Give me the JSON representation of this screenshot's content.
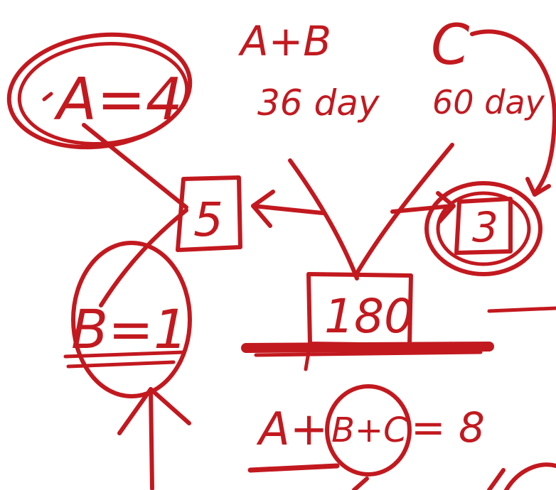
{
  "ink_color": "#c2191f",
  "labels": {
    "a_equals": "A=4",
    "b_equals": "B=1",
    "ab_title": "A+B",
    "ab_days": "36 day",
    "c_title": "C",
    "c_days": "60 day",
    "box_left": "5",
    "box_right": "3",
    "box_center": "180",
    "equation_left": "A+",
    "equation_circled": "B+C",
    "equation_right": "= 8"
  }
}
